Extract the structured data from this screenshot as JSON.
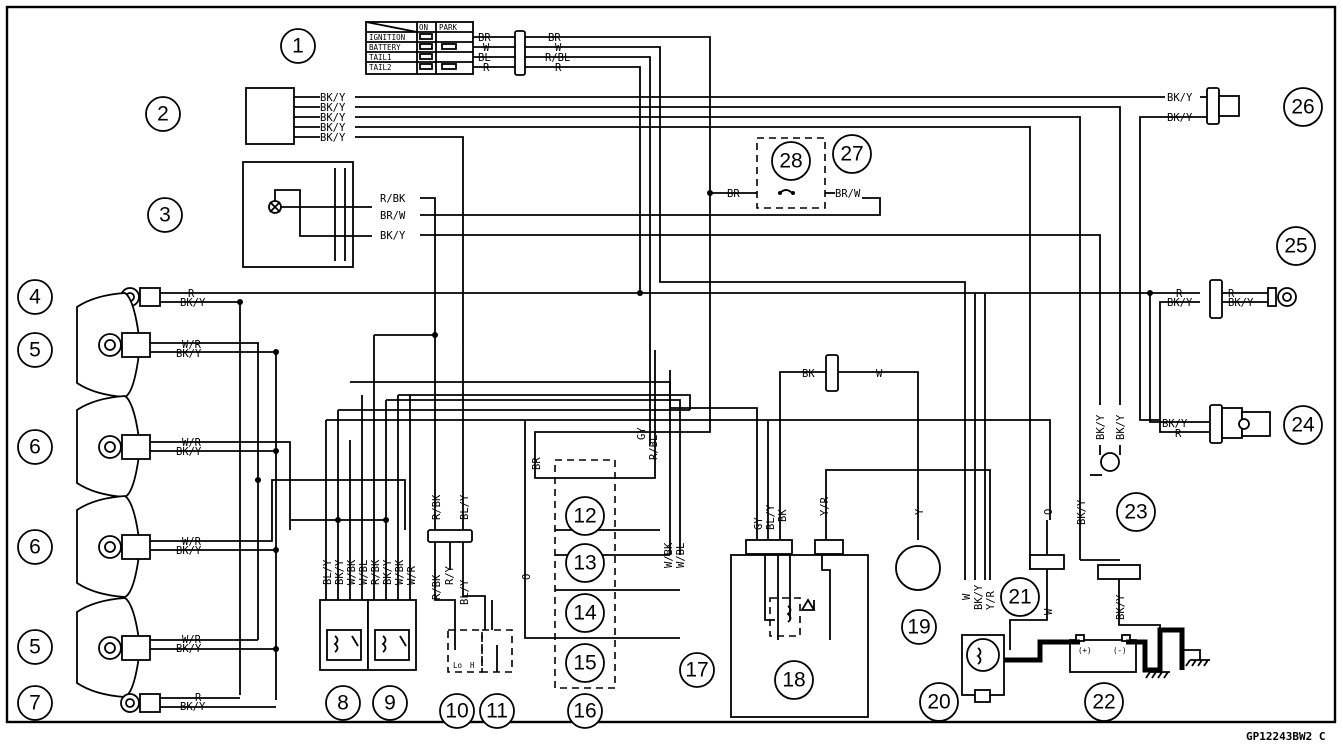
{
  "figure_code": "GP12243BW2 C",
  "callouts": [
    "1",
    "2",
    "3",
    "4",
    "5",
    "6",
    "6",
    "5",
    "7",
    "8",
    "9",
    "10",
    "11",
    "12",
    "13",
    "14",
    "15",
    "16",
    "17",
    "18",
    "19",
    "20",
    "21",
    "22",
    "23",
    "24",
    "25",
    "26",
    "27",
    "28"
  ],
  "switch_table": {
    "header_on": "ON",
    "header_park": "PARK",
    "rows": [
      "IGNITION",
      "BATTERY",
      "TAIL1",
      "TAIL2"
    ]
  },
  "wires": {
    "br": "BR",
    "w": "W",
    "r_bl": "R/BL",
    "bl": "BL",
    "r": "R",
    "bk_y": "BK/Y",
    "r_bk": "R/BK",
    "br_w": "BR/W",
    "w_r": "W/R",
    "bk": "BK",
    "y": "Y",
    "y_r": "Y/R",
    "o": "O",
    "gy": "GY",
    "bl_y": "BL/Y",
    "w_bl": "W/BL",
    "w_bk": "W/BK",
    "w_r2": "W/R",
    "r_y": "R/Y"
  },
  "switch_marks": {
    "lo": "Lo",
    "hi": "H"
  },
  "battery_marks": {
    "plus": "(+)",
    "minus": "(-)"
  }
}
